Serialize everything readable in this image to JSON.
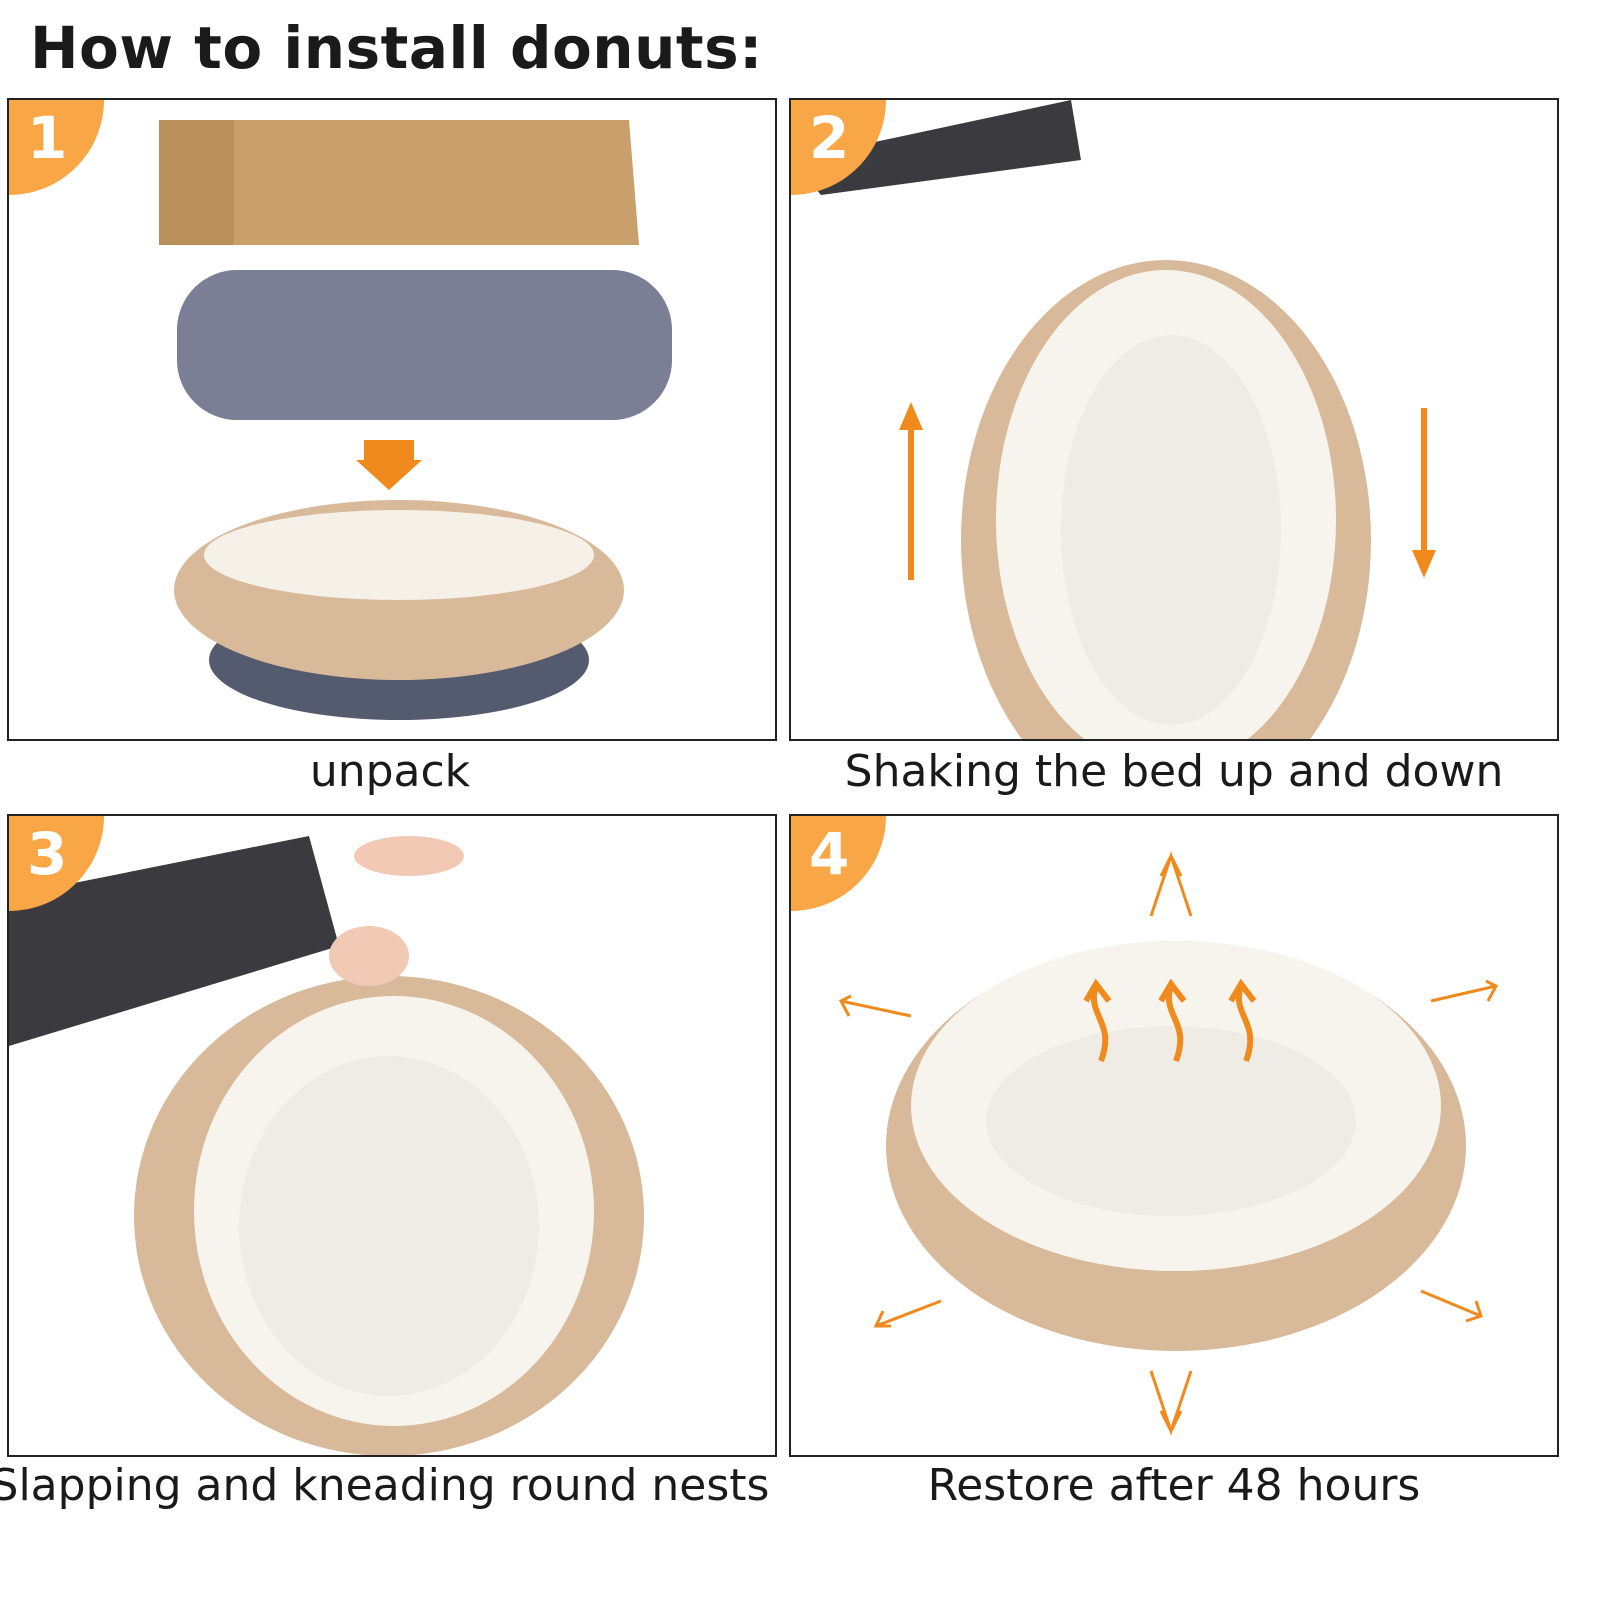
{
  "title": "How to install donuts:",
  "steps": [
    {
      "number": "1",
      "caption": "unpack"
    },
    {
      "number": "2",
      "caption": "Shaking the bed up and down"
    },
    {
      "number": "3",
      "caption": "Slapping and kneading round nests"
    },
    {
      "number": "4",
      "caption": "Restore after 48 hours"
    }
  ],
  "colors": {
    "accent": "#F9A646",
    "arrow": "#F08A1C"
  }
}
